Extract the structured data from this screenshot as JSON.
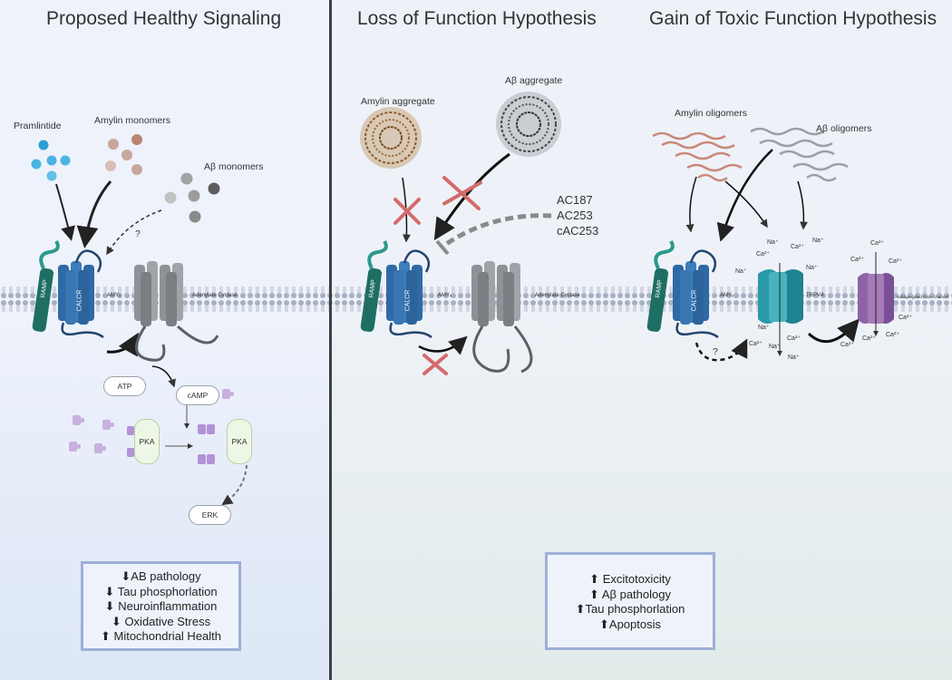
{
  "titles": {
    "healthy": "Proposed Healthy Signaling",
    "loss": "Loss of Function Hypothesis",
    "gain": "Gain of Toxic Function Hypothesis"
  },
  "healthy": {
    "pramlintide": "Pramlintide",
    "amylin_monomers": "Amylin monomers",
    "abeta_monomers": "Aβ monomers",
    "question": "?",
    "ramp": "RAMP",
    "calcr": "CALCR",
    "amy": "AMYₓ",
    "adenylate_cyclase": "Adenylate Cyclase",
    "atp": "ATP",
    "camp": "cAMP",
    "pka1": "PKA",
    "pka2": "PKA",
    "erk": "ERK",
    "outcomes": [
      {
        "arrow": "⬇",
        "text": "AB pathology"
      },
      {
        "arrow": "⬇",
        "text": "Tau phosphorlation"
      },
      {
        "arrow": "⬇",
        "text": "Neuroinflammation"
      },
      {
        "arrow": "⬇",
        "text": "Oxidative Stress"
      },
      {
        "arrow": "⬆",
        "text": "Mitochondrial Health"
      }
    ]
  },
  "loss": {
    "amylin_aggregate": "Amylin aggregate",
    "abeta_aggregate": "Aβ aggregate",
    "drugs": [
      "AC187",
      "AC253",
      "cAC253"
    ],
    "ramp": "RAMP",
    "calcr": "CALCR",
    "amy": "AMYₓ",
    "adenylate_cyclase": "Adenylate Cyclase"
  },
  "gain": {
    "amylin_oligomers": "Amylin oligomers",
    "abeta_oligomers": "Aβ oligomers",
    "ramp": "RAMP",
    "calcr": "CALCR",
    "amy": "AMYₓ",
    "trpv4": "TRPV4",
    "vgcc": "Voltage-gated Ca2+ channel",
    "question": "?",
    "ions": {
      "na": "Na⁺",
      "ca": "Ca²⁺"
    },
    "outcomes": [
      {
        "arrow": "⬆",
        "text": "Excitotoxicity"
      },
      {
        "arrow": "⬆",
        "text": "Aβ pathology"
      },
      {
        "arrow": "⬆",
        "text": "Tau phosphorlation"
      },
      {
        "arrow": "⬆",
        "text": "Apoptosis"
      }
    ]
  },
  "colors": {
    "ramp": "#1f6e63",
    "calcr": "#2f6aa6",
    "cyclase": "#8e9297",
    "trpv4": "#2a9aa8",
    "vgcc": "#8f62a8",
    "pka_ligand": "#c9b0e0",
    "cross": "#d46a6a",
    "box_border": "#9db0d8"
  }
}
